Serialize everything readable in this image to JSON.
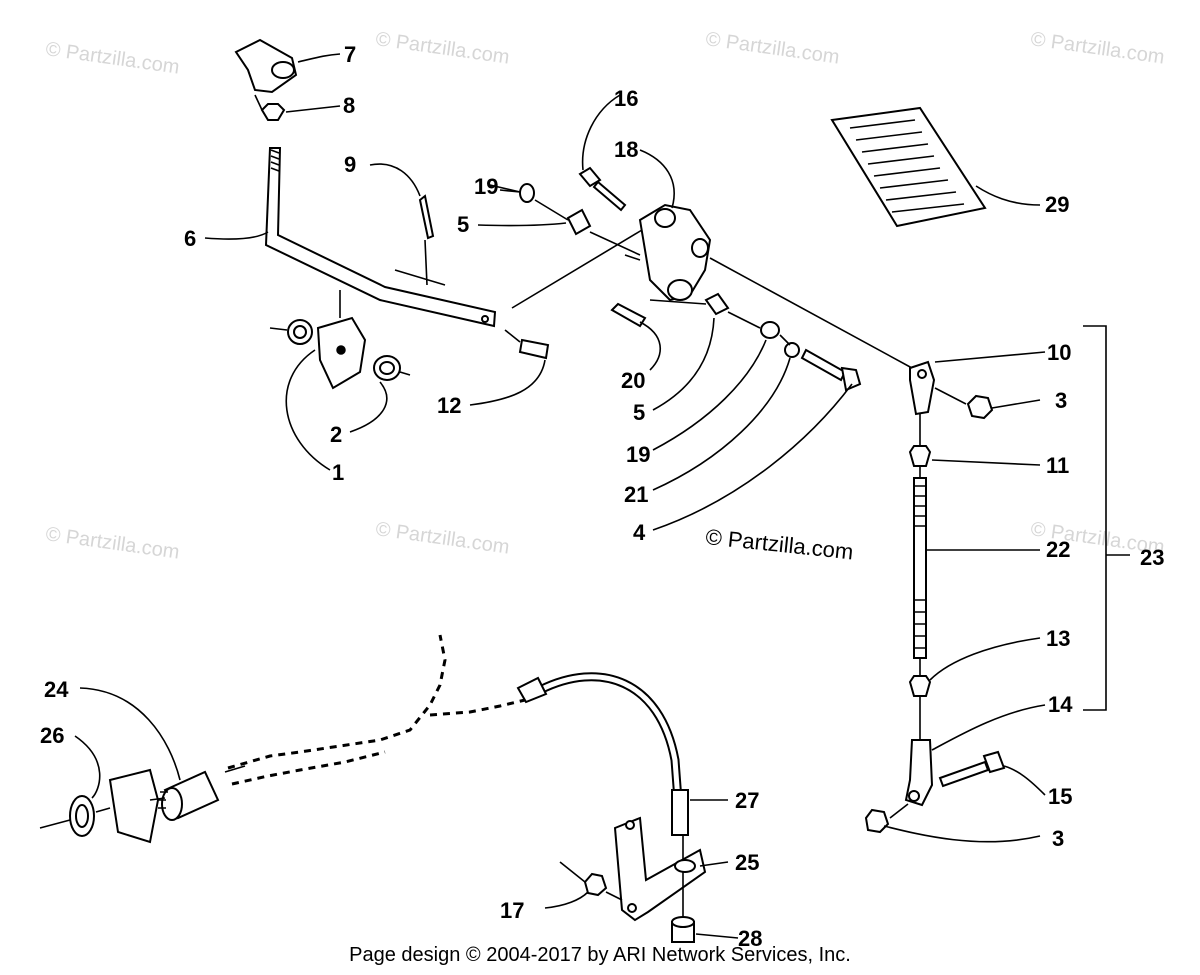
{
  "watermark": "© Partzilla.com",
  "copyright": "© Partzilla.com",
  "footer": "Page design © 2004-2017 by ARI Network Services, Inc.",
  "callouts": [
    "1",
    "2",
    "3",
    "3",
    "4",
    "5",
    "5",
    "6",
    "7",
    "8",
    "9",
    "10",
    "11",
    "12",
    "13",
    "14",
    "15",
    "16",
    "17",
    "18",
    "19",
    "19",
    "20",
    "21",
    "22",
    "23",
    "24",
    "25",
    "26",
    "27",
    "28",
    "29"
  ]
}
